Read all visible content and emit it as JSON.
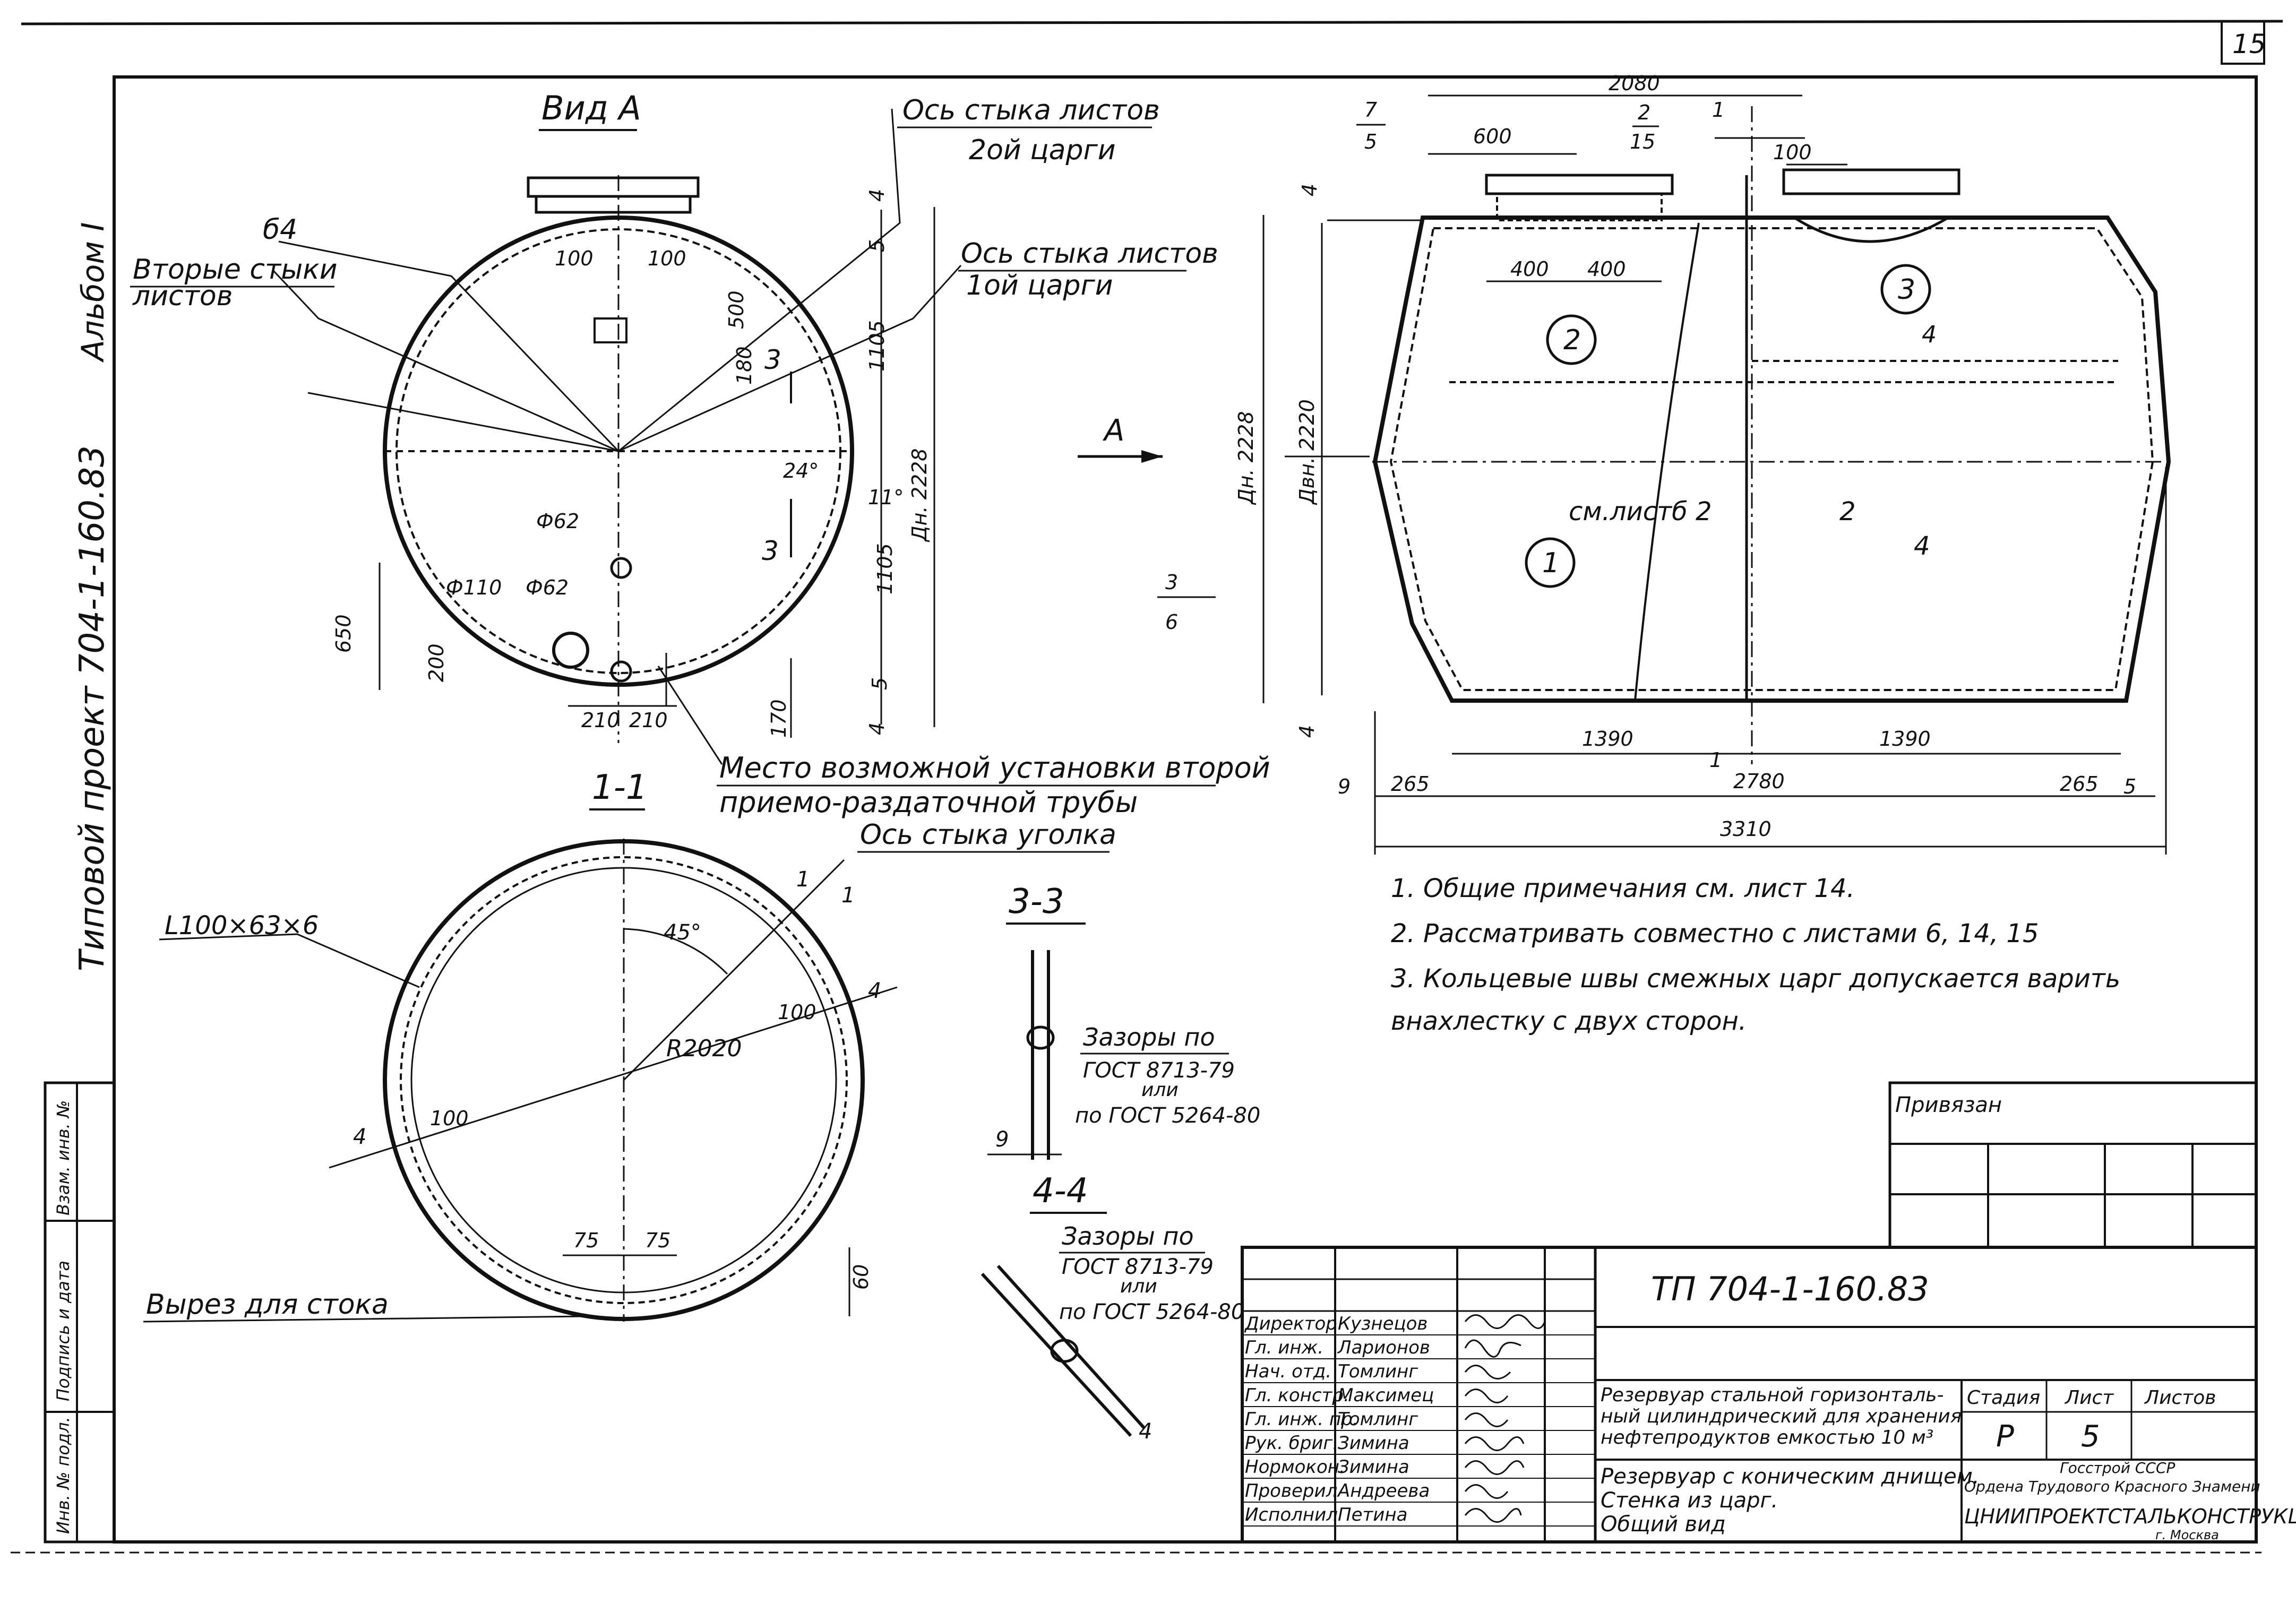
{
  "sheet": {
    "number": "15"
  },
  "left_margin": {
    "album": "Альбом I",
    "project": "Типовой проект  704-1-160.83",
    "stamp_cells": [
      "Инв. № подл.",
      "Подпись и дата",
      "Взам. инв. №"
    ]
  },
  "view_a": {
    "title": "Вид А",
    "labels": {
      "axis_sheets_2": "Ось стыка листов",
      "axis_sheets_2b": "2ой царги",
      "axis_sheets_1": "Ось стыка листов",
      "axis_sheets_1b": "1ой царги",
      "b4": "б4",
      "second_joints": "Вторые стыки",
      "second_joints_b": "листов",
      "pipe_place": "Место возможной установки второй",
      "pipe_place_b": "приемо-раздаточной трубы"
    },
    "dims": {
      "d100a": "100",
      "d100b": "100",
      "d500": "500",
      "d180": "180",
      "d4top": "4",
      "d5top": "5",
      "d1105a": "1105",
      "d1105b": "1105",
      "d5bot": "5",
      "d4bot": "4",
      "dn2228": "Дн. 2228",
      "d650": "650",
      "d200": "200",
      "d210a": "210",
      "d210b": "210",
      "d170": "170",
      "ang24": "24°",
      "ang11": "11°",
      "phi62a": "Ф62",
      "phi62b": "Ф62",
      "phi110": "Ф110",
      "sec3a": "3",
      "sec3b": "3"
    }
  },
  "main_view": {
    "dims": {
      "d2080": "2080",
      "frac2": "2",
      "frac15": "15",
      "d1": "1",
      "d600": "600",
      "d100": "100",
      "d400a": "400",
      "d400b": "400",
      "frac7": "7",
      "frac5": "5",
      "frac3": "3",
      "frac6": "6",
      "dn2228": "Дн. 2228",
      "dvn2220": "Двн. 2220",
      "d4a": "4",
      "d4b": "4",
      "d1390a": "1390",
      "d1390b": "1390",
      "d2780": "2780",
      "d265a": "265",
      "d265b": "265",
      "d5": "5",
      "d9": "9",
      "d3310": "3310",
      "d1b": "1"
    },
    "marks": {
      "m1": "1",
      "m2": "2",
      "m3": "3"
    },
    "sections": {
      "s2a": "см.листб 2",
      "s2b": "2",
      "s4a": "4",
      "s4b": "4"
    },
    "arrow_a": "А"
  },
  "notes": [
    "1. Общие примечания см. лист 14.",
    "2. Рассматривать совместно с листами 6, 14, 15",
    "3. Кольцевые швы смежных царг допускается варить",
    "внахлестку с двух сторон."
  ],
  "section_1_1": {
    "title": "1-1",
    "axis_angle": "Ось стыка уголка",
    "angle_profile": "L100×63×6",
    "ang45": "45°",
    "radius": "R2020",
    "d100a": "100",
    "d100b": "100",
    "d75a": "75",
    "d75b": "75",
    "d60": "60",
    "m4a": "4",
    "m4b": "4",
    "m1a": "1",
    "m1b": "1",
    "cutout": "Вырез для стока"
  },
  "section_3_3": {
    "title": "3-3",
    "gap": "Зазоры по",
    "gost1": "ГОСТ 8713-79",
    "or": "или",
    "gost2": "по ГОСТ 5264-80",
    "d9": "9"
  },
  "section_4_4": {
    "title": "4-4",
    "gap": "Зазоры по",
    "gost1": "ГОСТ 8713-79",
    "or": "или",
    "gost2": "по ГОСТ 5264-80",
    "d4": "4"
  },
  "title_block": {
    "code": "ТП 704-1-160.83",
    "privyazan": "Привязан",
    "desc1": "Резервуар стальной горизонталь-",
    "desc2": "ный цилиндрический для хранения",
    "desc3": "нефтепродуктов емкостью 10 м³",
    "name1": "Резервуар с коническим днищем.",
    "name2": "Стенка из царг.",
    "name3": "Общий вид",
    "stage_h": "Стадия",
    "sheet_h": "Лист",
    "sheets_h": "Листов",
    "stage": "Р",
    "sheet": "5",
    "org1": "Госстрой СССР",
    "org2": "Ордена Трудового Красного Знамени",
    "org3": "ЦНИИПРОЕКТСТАЛЬКОНСТРУКЦИЯ",
    "org4": "г. Москва",
    "staff": [
      {
        "role": "Директор",
        "name": "Кузнецов"
      },
      {
        "role": "Гл. инж.",
        "name": "Ларионов"
      },
      {
        "role": "Нач. отд.",
        "name": "Томлинг"
      },
      {
        "role": "Гл. констр.",
        "name": "Максимец"
      },
      {
        "role": "Гл. инж. пр.",
        "name": "Томлинг"
      },
      {
        "role": "Рук. бриг.",
        "name": "Зимина"
      },
      {
        "role": "Нормокон.",
        "name": "Зимина"
      },
      {
        "role": "Проверил",
        "name": "Андреева"
      },
      {
        "role": "Исполнил",
        "name": "Петина"
      }
    ]
  }
}
